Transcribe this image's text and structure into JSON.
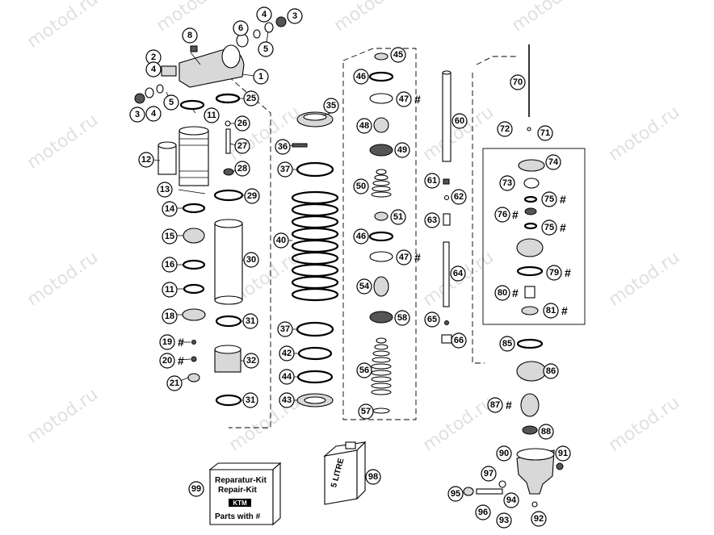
{
  "watermark": "motod.ru",
  "callouts": {
    "c1": "1",
    "c2": "2",
    "c3a": "3",
    "c3b": "3",
    "c4a": "4",
    "c4b": "4",
    "c5a": "5",
    "c5b": "5",
    "c6": "6",
    "c8": "8",
    "c11a": "11",
    "c11b": "11",
    "c12": "12",
    "c13": "13",
    "c14": "14",
    "c15": "15",
    "c16": "16",
    "c18": "18",
    "c19": "19",
    "c20": "20",
    "c21": "21",
    "c25": "25",
    "c26": "26",
    "c27": "27",
    "c28": "28",
    "c29": "29",
    "c30": "30",
    "c31a": "31",
    "c31b": "31",
    "c32": "32",
    "c35": "35",
    "c36": "36",
    "c37a": "37",
    "c37b": "37",
    "c40": "40",
    "c42": "42",
    "c43": "43",
    "c44": "44",
    "c45": "45",
    "c46a": "46",
    "c46b": "46",
    "c47a": "47",
    "c47b": "47",
    "c48": "48",
    "c49": "49",
    "c50": "50",
    "c51": "51",
    "c54": "54",
    "c56": "56",
    "c57": "57",
    "c58": "58",
    "c60": "60",
    "c61": "61",
    "c62": "62",
    "c63": "63",
    "c64": "64",
    "c65": "65",
    "c66": "66",
    "c70": "70",
    "c71": "71",
    "c72": "72",
    "c73": "73",
    "c74": "74",
    "c75a": "75",
    "c75b": "75",
    "c76": "76",
    "c79": "79",
    "c80": "80",
    "c81": "81",
    "c85": "85",
    "c86": "86",
    "c87": "87",
    "c88": "88",
    "c90": "90",
    "c91": "91",
    "c92": "92",
    "c93": "93",
    "c94": "94",
    "c95": "95",
    "c96": "96",
    "c97": "97",
    "c98": "98",
    "c99": "99"
  },
  "hash_symbol": "#",
  "repair_kit": {
    "line1": "Reparatur-Kit",
    "line2": "Repair-Kit",
    "brand": "KTM",
    "parts_with": "Parts with #"
  },
  "oil_can": {
    "label": "5 LITRE"
  }
}
